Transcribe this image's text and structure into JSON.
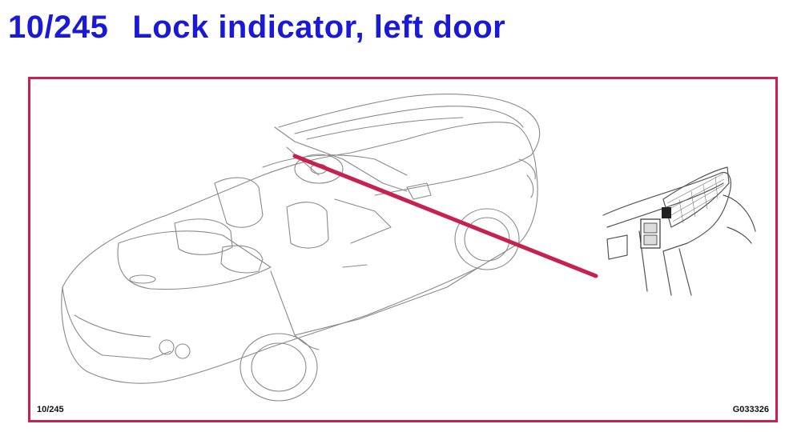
{
  "header": {
    "number": "10/245",
    "title": "Lock indicator, left door"
  },
  "figure": {
    "ref_left": "10/245",
    "ref_right": "G033326",
    "accent_color": "#c8204f",
    "title_color": "#1a1ad6"
  }
}
